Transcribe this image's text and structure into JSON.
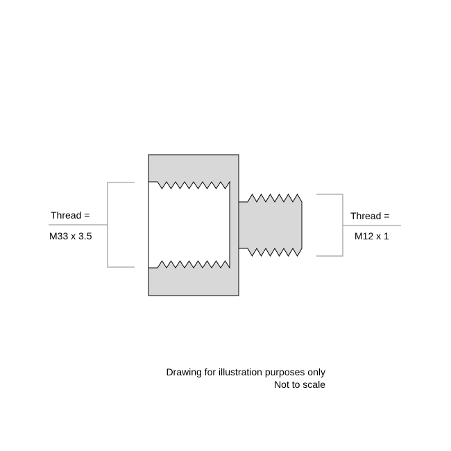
{
  "left_thread": {
    "label": "Thread =",
    "value": "M33 x 3.5"
  },
  "right_thread": {
    "label": "Thread =",
    "value": "M12 x 1"
  },
  "notes": {
    "line1": "Drawing for illustration purposes only",
    "line2": "Not to scale"
  },
  "colors": {
    "part_fill": "#d8d8d8",
    "outline": "#000000",
    "leader": "#a0a0a0"
  }
}
